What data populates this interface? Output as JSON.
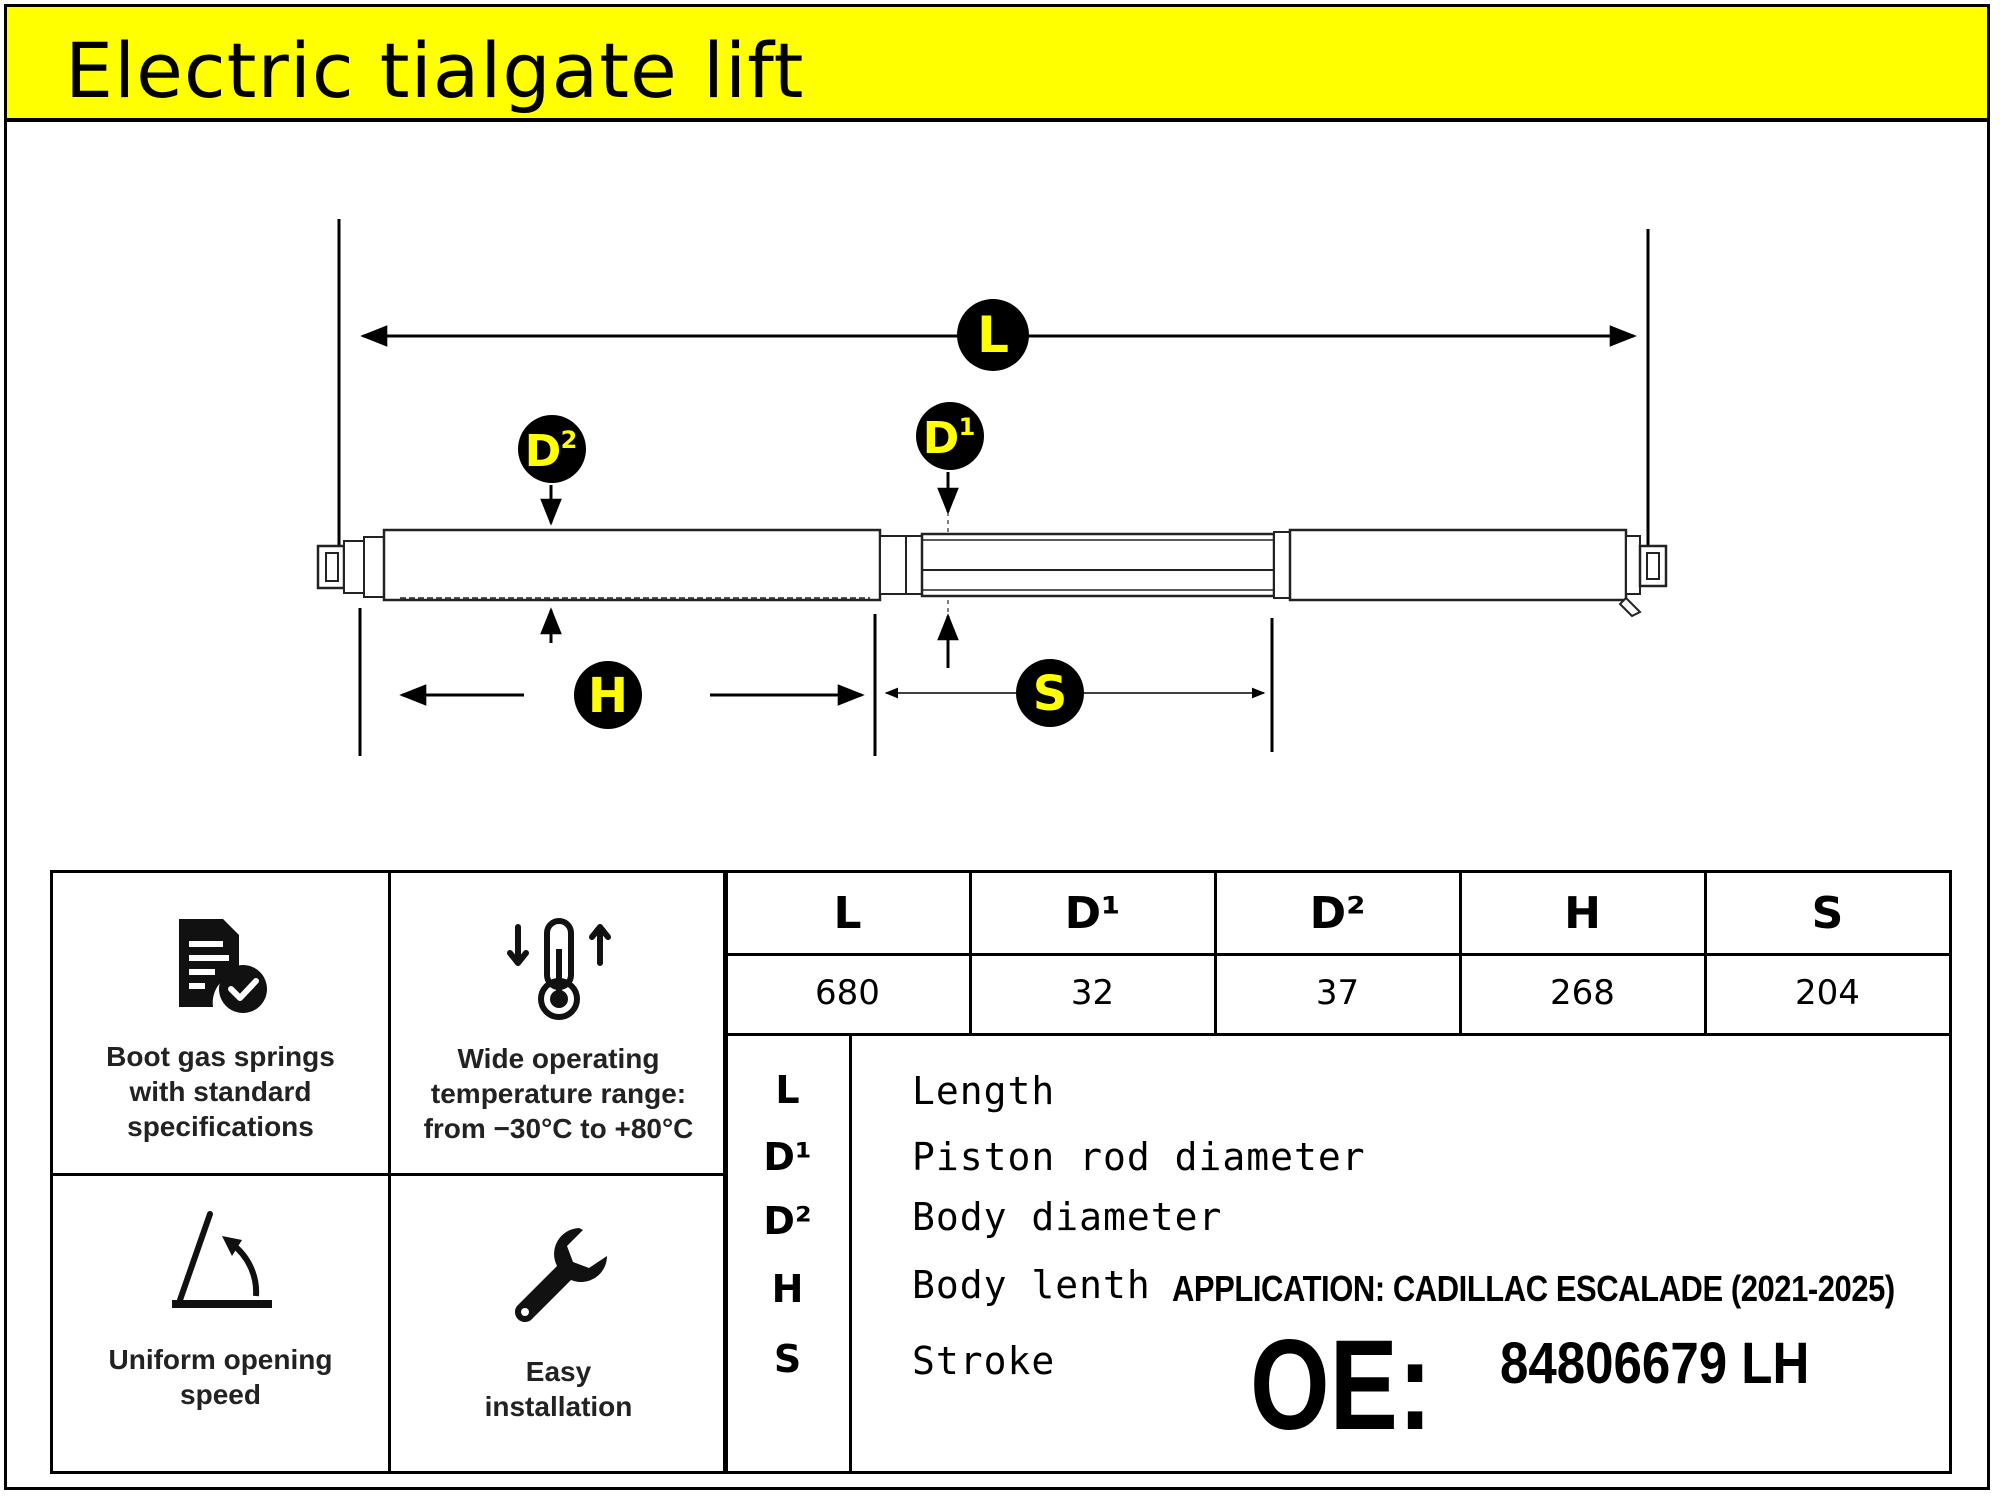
{
  "header": {
    "title": "Electric tialgate lift"
  },
  "diagram": {
    "labels": {
      "length": "L",
      "rod": "D",
      "rod_sup": "1",
      "body": "D",
      "body_sup": "2",
      "body_length": "H",
      "stroke": "S"
    },
    "badge_fill": "#000000",
    "badge_text_color": "#ffff00"
  },
  "features": [
    {
      "icon": "document-check-icon",
      "caption": [
        "Boot gas springs",
        "with standard",
        "specifications"
      ]
    },
    {
      "icon": "thermometer-icon",
      "caption": [
        "Wide operating",
        "temperature range:",
        "from −30°C to +80°C"
      ]
    },
    {
      "icon": "opening-angle-icon",
      "caption": [
        "Uniform opening",
        "speed"
      ]
    },
    {
      "icon": "wrench-icon",
      "caption": [
        "Easy",
        "installation"
      ]
    }
  ],
  "specs": {
    "headers": [
      "L",
      "D¹",
      "D²",
      "H",
      "S"
    ],
    "values": [
      "680",
      "32",
      "37",
      "268",
      "204"
    ]
  },
  "legend": [
    {
      "symbol": "L",
      "description": "Length"
    },
    {
      "symbol": "D¹",
      "description": "Piston rod diameter"
    },
    {
      "symbol": "D²",
      "description": "Body diameter"
    },
    {
      "symbol": "H",
      "description": "Body lenth"
    },
    {
      "symbol": "S",
      "description": "Stroke"
    }
  ],
  "application": "APPLICATION: CADILLAC ESCALADE  (2021-2025)",
  "oe": {
    "label": "OE:",
    "number": "84806679  LH"
  },
  "colors": {
    "header_bg": "#ffff00",
    "border": "#000000"
  }
}
